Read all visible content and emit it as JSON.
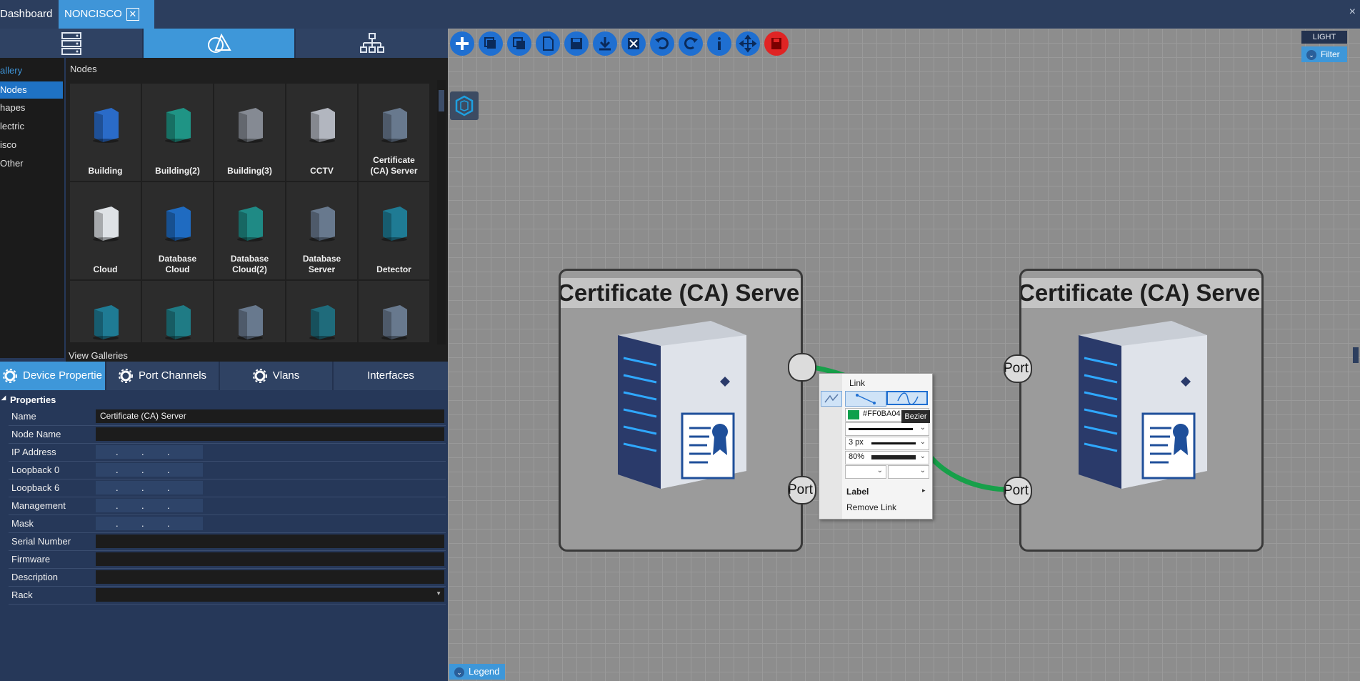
{
  "tabs": {
    "dashboard": "Dashboard",
    "active": "NONCISCO",
    "close_glyph": "✕"
  },
  "window": {
    "close_glyph": "×"
  },
  "left": {
    "mode_tabs": [
      {
        "icon": "server-rack-icon"
      },
      {
        "icon": "shapes-icon",
        "active": true
      },
      {
        "icon": "hierarchy-icon"
      }
    ],
    "gallery_side": {
      "header": "allery",
      "items": [
        "Nodes",
        "hapes",
        "lectric",
        "isco",
        "Other"
      ]
    },
    "nodes_title": "Nodes",
    "tiles": [
      {
        "label": "Building",
        "icon": "building-blue-icon",
        "color": "#2a6fd1"
      },
      {
        "label": "Building(2)",
        "icon": "building-teal-icon",
        "color": "#1f9a8a"
      },
      {
        "label": "Building(3)",
        "icon": "building-gray-icon",
        "color": "#8a8f99"
      },
      {
        "label": "CCTV",
        "icon": "cctv-icon",
        "color": "#b9bec7"
      },
      {
        "label": "Certificate\n(CA) Server",
        "icon": "ca-server-icon",
        "color": "#6c7d93"
      },
      {
        "label": "Cloud",
        "icon": "cloud-icon",
        "color": "#e8ecf0"
      },
      {
        "label": "Database\nCloud",
        "icon": "database-cloud-icon",
        "color": "#1f6fc9"
      },
      {
        "label": "Database\nCloud(2)",
        "icon": "database-cloud-teal-icon",
        "color": "#1f8f8a"
      },
      {
        "label": "Database\nServer",
        "icon": "database-server-icon",
        "color": "#6c7d93"
      },
      {
        "label": "Detector",
        "icon": "detector-icon",
        "color": "#1f7f9a"
      },
      {
        "label": "",
        "icon": "node-group-icon",
        "color": "#1f7f9a"
      },
      {
        "label": "",
        "icon": "teal-disk-icon",
        "color": "#1f7f8a"
      },
      {
        "label": "",
        "icon": "mail-server-icon",
        "color": "#6c7d93"
      },
      {
        "label": "",
        "icon": "teal-device-icon",
        "color": "#1f6f80"
      },
      {
        "label": "",
        "icon": "server-icon",
        "color": "#6c7d93"
      }
    ],
    "view_galleries": "View Galleries",
    "prop_tabs": [
      "Device Propertie",
      "Port Channels",
      "Vlans",
      "Interfaces"
    ],
    "properties_header": "Properties",
    "properties": [
      {
        "key": "Name",
        "value": "Certificate (CA) Server",
        "type": "text"
      },
      {
        "key": "Node Name",
        "value": "",
        "type": "text"
      },
      {
        "key": "IP Address",
        "type": "ip"
      },
      {
        "key": "Loopback 0",
        "type": "ip"
      },
      {
        "key": "Loopback 6",
        "type": "ip"
      },
      {
        "key": "Management",
        "type": "ip"
      },
      {
        "key": "Mask",
        "type": "ip"
      },
      {
        "key": "Serial Number",
        "value": "",
        "type": "text"
      },
      {
        "key": "Firmware",
        "value": "",
        "type": "text"
      },
      {
        "key": "Description",
        "value": "",
        "type": "text"
      },
      {
        "key": "Rack",
        "value": "",
        "type": "select"
      }
    ]
  },
  "toolbar": {
    "buttons": [
      "add-icon",
      "layer-back-icon",
      "layer-front-icon",
      "new-document-icon",
      "save-icon",
      "download-icon",
      "excel-export-icon",
      "undo-icon",
      "redo-icon",
      "info-icon",
      "move-icon",
      "delete-icon"
    ]
  },
  "canvas": {
    "light_label": "LIGHT",
    "filter_label": "Filter",
    "legend_label": "Legend",
    "nodes": [
      {
        "title": "Certificate (CA) Server",
        "ports": [
          {
            "label": ""
          },
          {
            "label": "Port"
          }
        ]
      },
      {
        "title": "Certificate (CA) Server",
        "ports": [
          {
            "label": "Port"
          },
          {
            "label": "Port"
          }
        ]
      }
    ],
    "link_color": "#17a04a"
  },
  "context_menu": {
    "title": "Link",
    "color_value": "#FF0BA04",
    "color_swatch": "#0ea04c",
    "width_value": "3 px",
    "opacity_value": "80%",
    "label_item": "Label",
    "remove_item": "Remove Link",
    "tooltip": "Bezier"
  }
}
